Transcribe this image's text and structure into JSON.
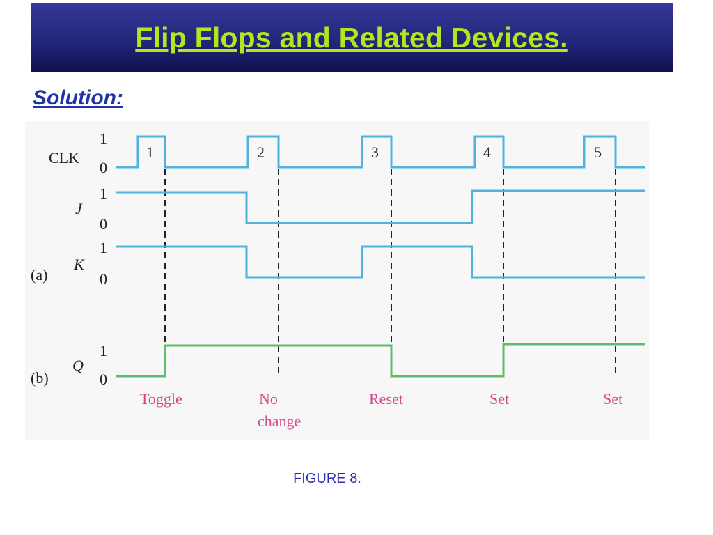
{
  "slide": {
    "title": "Flip Flops and Related Devices.",
    "subtitle": "Solution:",
    "caption": "FIGURE 8."
  },
  "diagram": {
    "signals": {
      "clk": {
        "label": "CLK",
        "high": "1",
        "low": "0"
      },
      "j": {
        "label": "J",
        "high": "1",
        "low": "0"
      },
      "k": {
        "label": "K",
        "high": "1",
        "low": "0"
      },
      "q": {
        "label": "Q",
        "high": "1",
        "low": "0"
      }
    },
    "section_labels": {
      "a": "(a)",
      "b": "(b)"
    },
    "pulse_labels": [
      "1",
      "2",
      "3",
      "4",
      "5"
    ],
    "outcomes": [
      "Toggle",
      "No",
      "change",
      "Reset",
      "Set",
      "Set"
    ],
    "colors": {
      "input_wave": "#4fb3de",
      "output_wave": "#5cbd6a",
      "outcome_text": "#d4478a",
      "guide_line": "#222222"
    }
  }
}
